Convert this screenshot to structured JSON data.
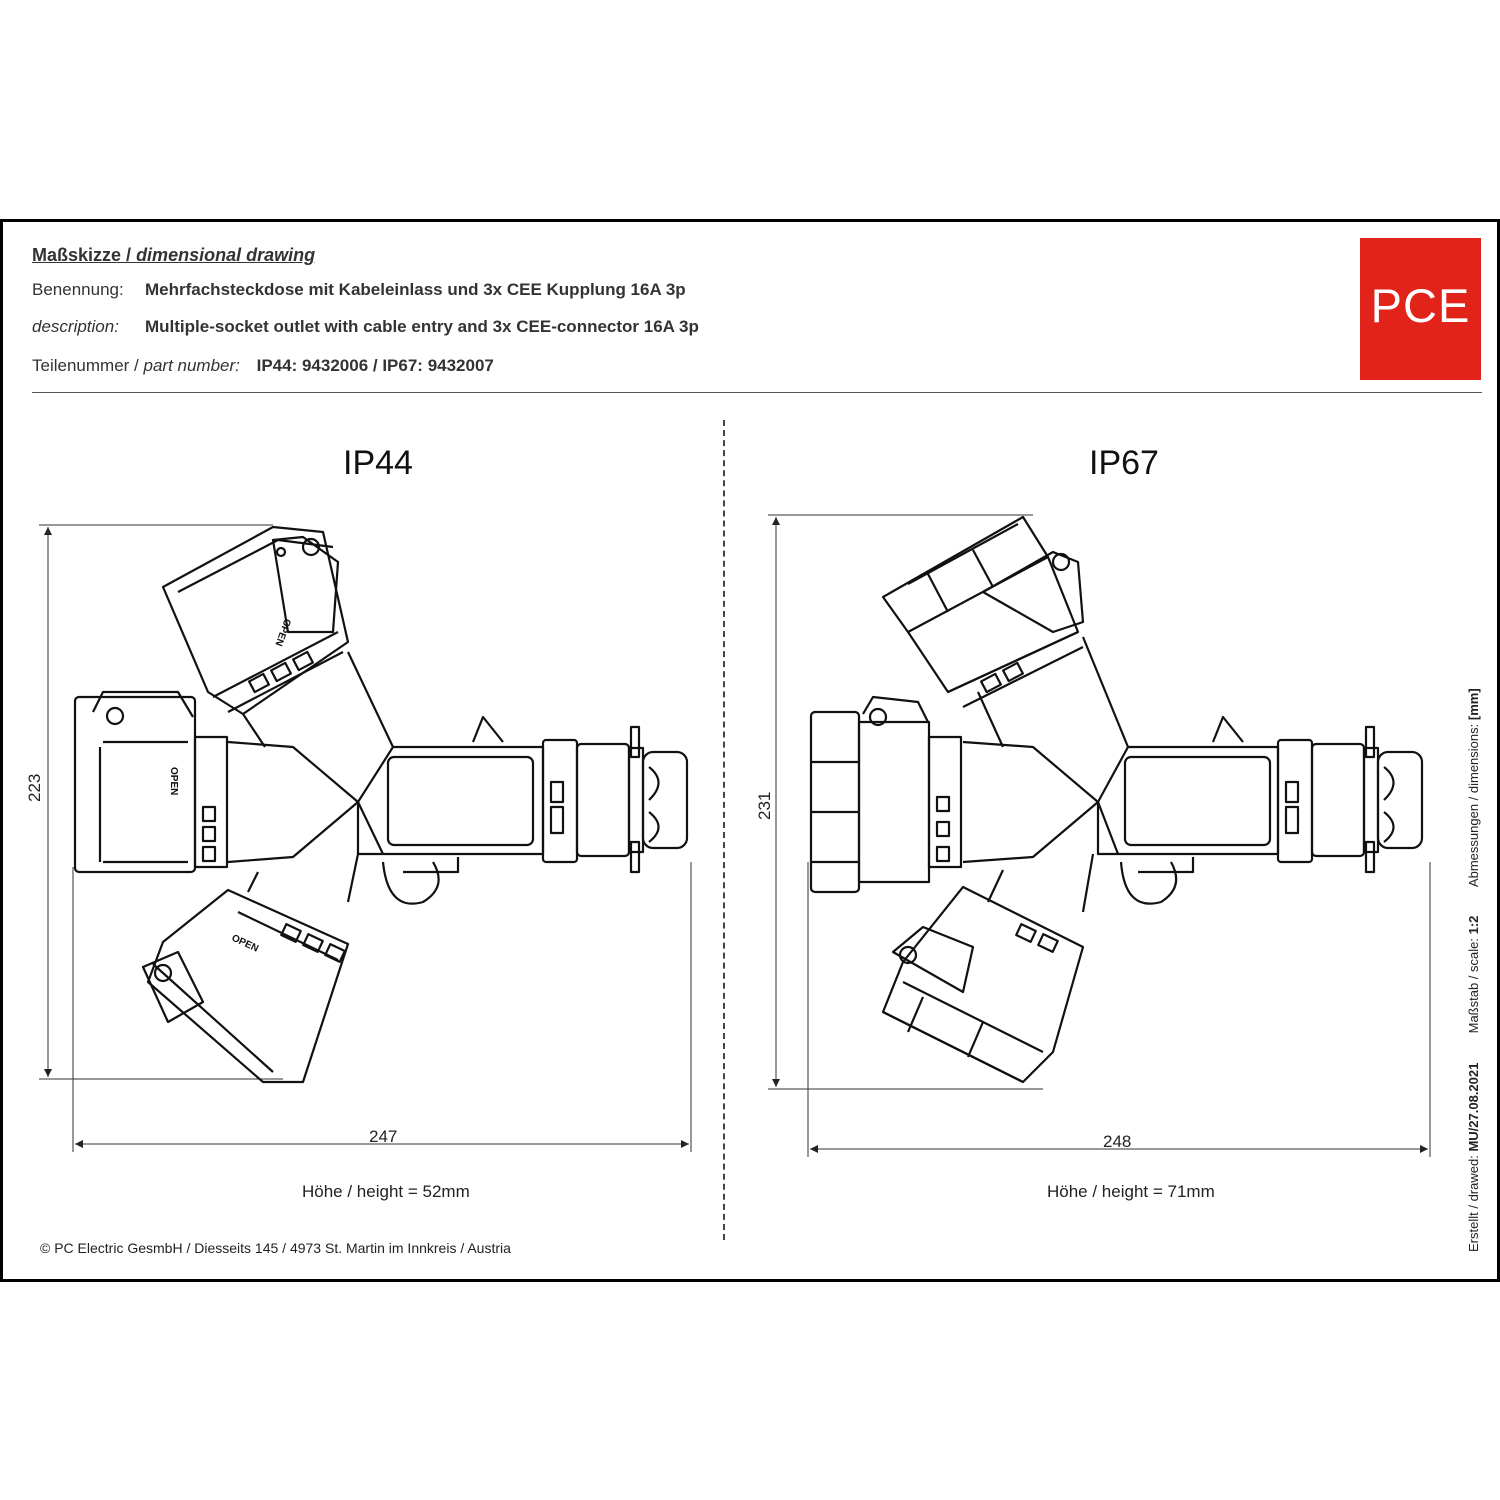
{
  "header": {
    "title_de": "Maßskizze /",
    "title_en": "dimensional drawing",
    "name_label": "Benennung:",
    "name_value": "Mehrfachsteckdose mit Kabeleinlass und 3x CEE Kupplung 16A 3p",
    "desc_label": "description:",
    "desc_value": "Multiple-socket outlet with cable entry and 3x CEE-connector 16A 3p",
    "part_label_de": "Teilenummer /",
    "part_label_en": "part number:",
    "part_value": "IP44: 9432006 / IP67: 9432007"
  },
  "logo": {
    "text": "PCE",
    "color": "#e2231a"
  },
  "views": [
    {
      "title": "IP44",
      "dim_height": "223",
      "dim_width": "247",
      "height_note": "Höhe / height = 52mm",
      "open_label": "OPEN"
    },
    {
      "title": "IP67",
      "dim_height": "231",
      "dim_width": "248",
      "height_note": "Höhe / height = 71mm"
    }
  ],
  "footer": {
    "copyright": "© PC Electric GesmbH / Diesseits 145 / 4973 St. Martin im Innkreis / Austria"
  },
  "side_info": {
    "created_label": "Erstellt / drawed:",
    "created_value": "MU/27.08.2021",
    "scale_label": "Maßstab / scale:",
    "scale_value": "1:2",
    "dimensions_label": "Abmessungen / dimensions:",
    "dimensions_value": "[mm]"
  }
}
